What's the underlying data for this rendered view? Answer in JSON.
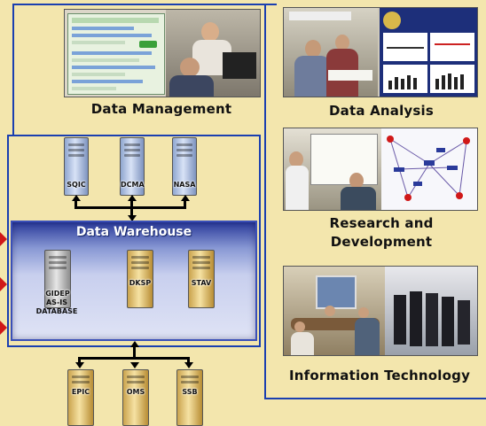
{
  "sections": {
    "data_management": "Data Management",
    "data_analysis": "Data Analysis",
    "research_line1": "Research and",
    "research_line2": "Development",
    "information_technology": "Information Technology",
    "data_warehouse": "Data Warehouse"
  },
  "top_servers": [
    "SQIC",
    "DCMA",
    "NASA"
  ],
  "warehouse_servers": {
    "gidep_line1": "GIDEP",
    "gidep_line2": "AS-IS",
    "gidep_line3": "DATABASE",
    "dksp": "DKSP",
    "stav": "STAV"
  },
  "bottom_servers": [
    "EPIC",
    "OMS",
    "SSB"
  ],
  "colors": {
    "background": "#f3e6ad",
    "frame_blue": "#1a3fb0",
    "warehouse_blue": "#3a4fb8",
    "arrow_red": "#d01818"
  }
}
